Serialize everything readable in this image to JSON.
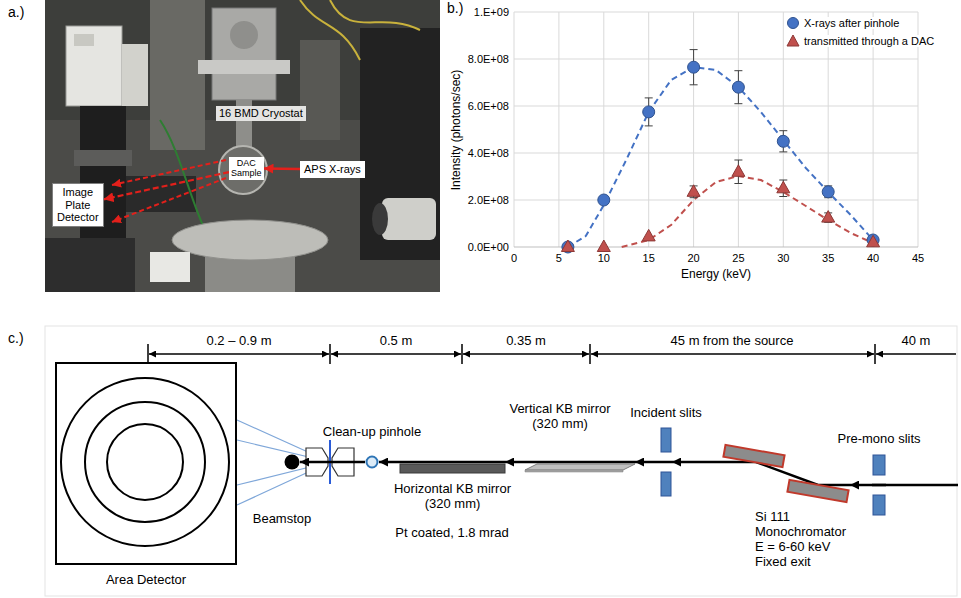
{
  "diagram": {
    "nodes": [
      {
        "text": [
          "Image Plate Detector"
        ]
      },
      {
        "text": [
          "16 BMD Cryostat"
        ]
      },
      {
        "text": [
          "DAC Sample"
        ]
      },
      {
        "text": [
          "APS X-rays"
        ]
      },
      {
        "text": [
          "Area Detector"
        ]
      },
      {
        "text": [
          "Beamstop"
        ]
      },
      {
        "text": [
          "Clean-up pinhole"
        ]
      },
      {
        "text": [
          "Horizontal KB mirror (320 mm)"
        ]
      },
      {
        "text": [
          "Vertical KB mirror (320 mm)"
        ]
      },
      {
        "text": [
          "Incident slits"
        ]
      },
      {
        "text": [
          "Si 111 Monochromator E = 6-60 keV Fixed exit"
        ]
      },
      {
        "text": [
          "Pre-mono slits"
        ]
      }
    ],
    "edges": [
      {
        "from": 3,
        "to": 2,
        "arrow": "to"
      },
      {
        "from": 2,
        "to": 0,
        "arrow": "to"
      },
      {
        "from": 11,
        "to": 10,
        "arrow": "to"
      },
      {
        "from": 10,
        "to": 9,
        "arrow": "to"
      },
      {
        "from": 9,
        "to": 8,
        "arrow": "to"
      },
      {
        "from": 8,
        "to": 7,
        "arrow": "to"
      },
      {
        "from": 7,
        "to": 6,
        "arrow": "to"
      },
      {
        "from": 6,
        "to": 5,
        "arrow": "to"
      }
    ],
    "labels": [
      "a.)",
      "b.)",
      "c.)",
      "1.E+09",
      "8.0E+08",
      "6.0E+08",
      "4.0E+08",
      "2.0E+08",
      "0.0E+00",
      "0",
      "5",
      "10",
      "15",
      "20",
      "25",
      "30",
      "35",
      "40",
      "45",
      "Intensity (photons/sec)",
      "Energy (keV)",
      "0.2 – 0.9 m",
      "0.5 m",
      "0.35 m",
      "45 m from the source",
      "40 m",
      "Pt coated, 1.8 mrad"
    ],
    "legend": [
      {
        "text": "X-rays after pinhole"
      },
      {
        "text": "transmitted through a DAC"
      }
    ]
  }
}
